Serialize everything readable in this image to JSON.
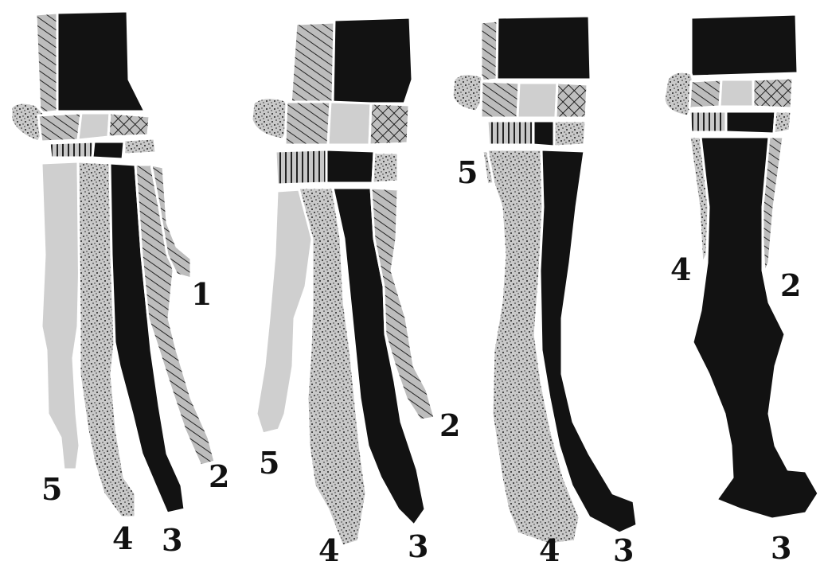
{
  "colors": {
    "background": "#ffffff",
    "outline": "#ffffff",
    "dark": "#121212",
    "light": "#cfcfcf",
    "stippled": "#c2c2c2",
    "hatched": "#bdbdbd"
  },
  "limbs": [
    {
      "name": "limb-1",
      "labels": [
        {
          "id": "digit-1",
          "text": "1"
        },
        {
          "id": "digit-2",
          "text": "2"
        },
        {
          "id": "digit-3",
          "text": "3"
        },
        {
          "id": "digit-4",
          "text": "4"
        },
        {
          "id": "digit-5",
          "text": "5"
        }
      ]
    },
    {
      "name": "limb-2",
      "labels": [
        {
          "id": "digit-2",
          "text": "2"
        },
        {
          "id": "digit-3",
          "text": "3"
        },
        {
          "id": "digit-4",
          "text": "4"
        },
        {
          "id": "digit-5",
          "text": "5"
        }
      ]
    },
    {
      "name": "limb-3",
      "labels": [
        {
          "id": "digit-3",
          "text": "3"
        },
        {
          "id": "digit-4",
          "text": "4"
        },
        {
          "id": "digit-5",
          "text": "5"
        }
      ]
    },
    {
      "name": "limb-4",
      "labels": [
        {
          "id": "digit-2",
          "text": "2"
        },
        {
          "id": "digit-3",
          "text": "3"
        },
        {
          "id": "digit-4",
          "text": "4"
        }
      ]
    }
  ]
}
